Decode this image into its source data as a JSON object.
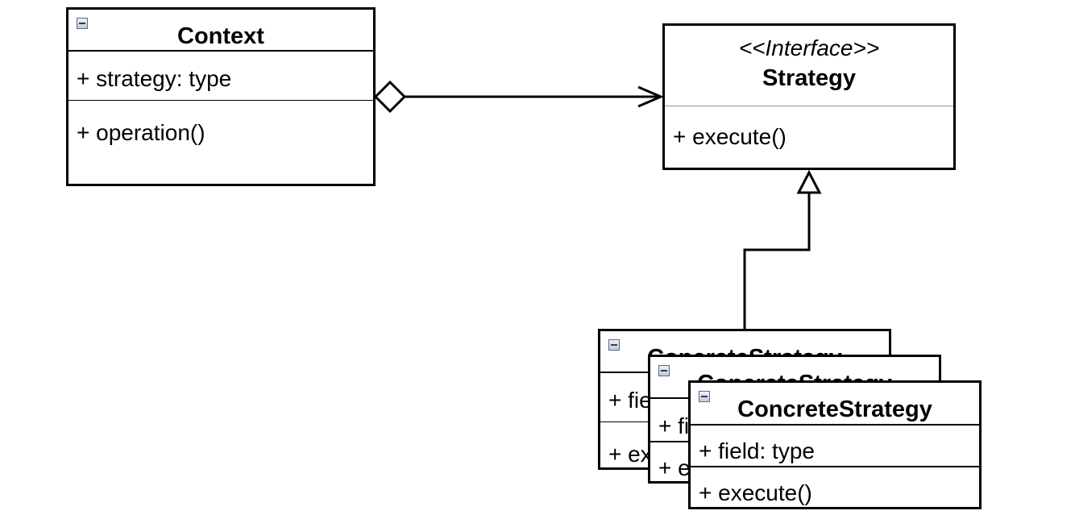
{
  "context": {
    "name": "Context",
    "attribute": "+ strategy: type",
    "operation": "+ operation()"
  },
  "strategy": {
    "stereotype": "<<Interface>>",
    "name": "Strategy",
    "operation": "+ execute()"
  },
  "concrete": [
    {
      "name": "ConcreteStrategy",
      "field": "+ field: type",
      "operation": "+ execute()"
    },
    {
      "name": "ConcreteStrategy",
      "field": "+ field: type",
      "operation": "+ execute()"
    },
    {
      "name": "ConcreteStrategy",
      "field": "+ field: type",
      "operation": "+ execute()"
    }
  ]
}
